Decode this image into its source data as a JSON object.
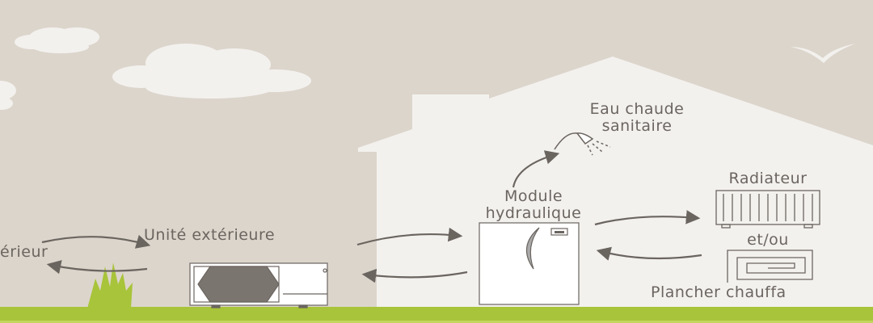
{
  "labels": {
    "exterior_partial": "érieur",
    "outdoor_unit": "Unité extérieure",
    "hot_water_line1": "Eau chaude",
    "hot_water_line2": "sanitaire",
    "module_line1": "Module",
    "module_line2": "hydraulique",
    "radiator": "Radiateur",
    "and_or": "et/ou",
    "floor_heating": "Plancher chauffa"
  },
  "colors": {
    "sky": "#dcd5cc",
    "house": "#f3f1ee",
    "grass": "#a8c43a",
    "text": "#6b6560"
  }
}
